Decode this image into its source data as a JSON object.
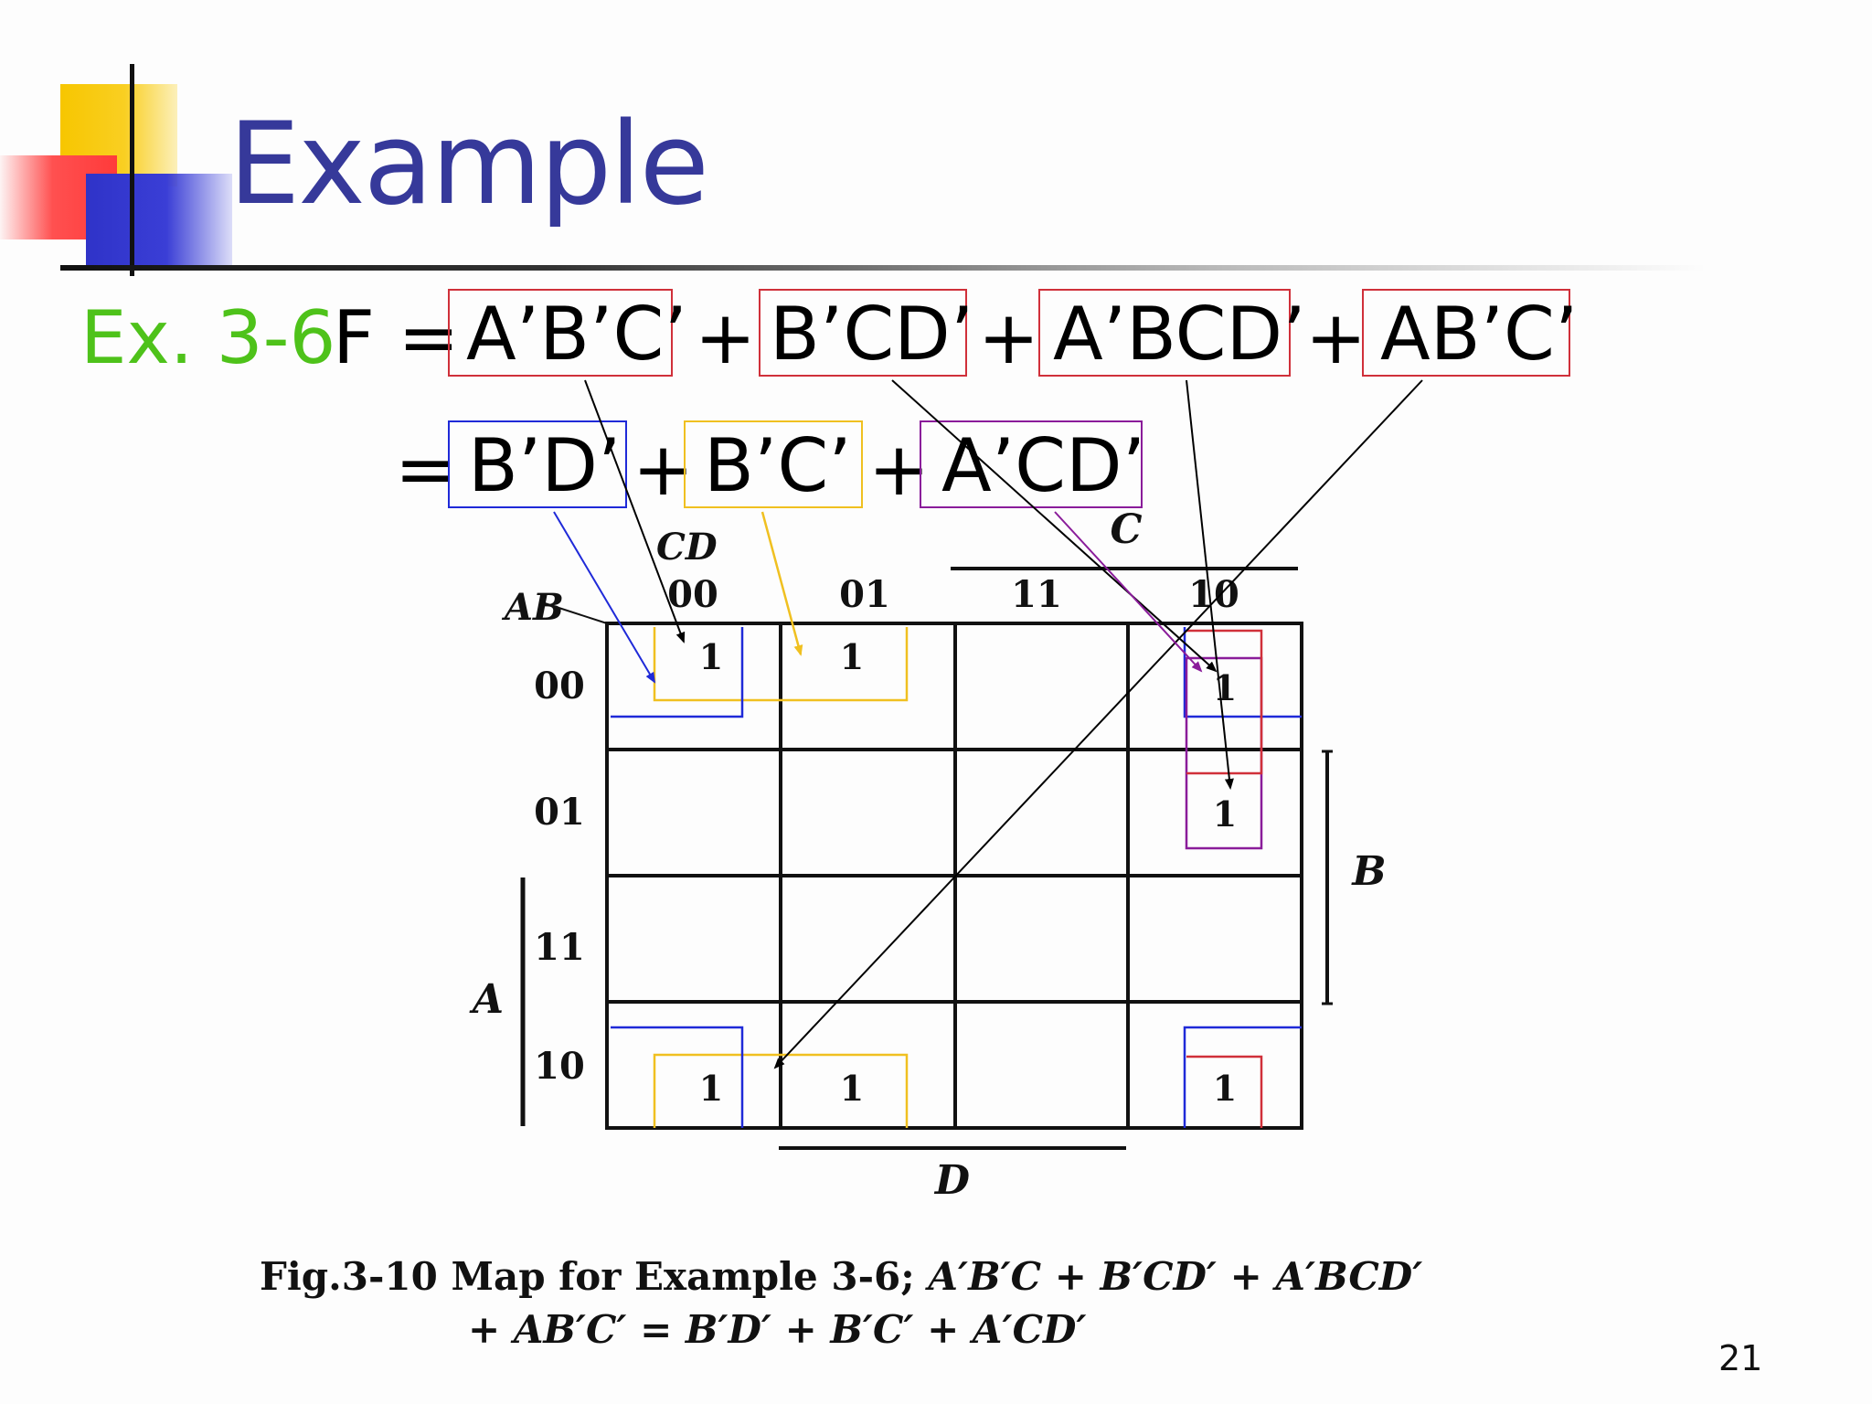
{
  "slide": {
    "title": "Example",
    "page_number": "21"
  },
  "equation": {
    "label": "Ex. 3-6",
    "lhs": "F =",
    "terms": [
      "A’B’C’",
      "B’CD’",
      "A’BCD’",
      "AB’C’"
    ],
    "plus": "+",
    "equals": "=",
    "simplified_terms": [
      "B’D’",
      "B’C’",
      "A’CD’"
    ]
  },
  "kmap": {
    "col_var": "CD",
    "row_var": "AB",
    "col_headers": [
      "00",
      "01",
      "11",
      "10"
    ],
    "row_headers": [
      "00",
      "01",
      "11",
      "10"
    ],
    "grouping_labels": {
      "c": "C",
      "b": "B",
      "a": "A",
      "d": "D"
    },
    "cells": [
      [
        "1",
        "1",
        "",
        "1"
      ],
      [
        "",
        "",
        "",
        "1"
      ],
      [
        "",
        "",
        "",
        ""
      ],
      [
        "1",
        "1",
        "",
        "1"
      ]
    ]
  },
  "caption": {
    "prefix": "Fig.3-10  Map for Example 3-6;",
    "line1_expr": "A′B′C + B′CD′ + A′BCD′",
    "line2_expr": "+ AB′C′ = B′D′ + B′C′ + A′CD′"
  },
  "colors": {
    "title": "#36399a",
    "label_green": "#4ec21a",
    "minterm_box": "#d0303a",
    "group_bd": "#1f2ad8",
    "group_bc": "#f0c020",
    "group_acd": "#8a1c9a"
  }
}
